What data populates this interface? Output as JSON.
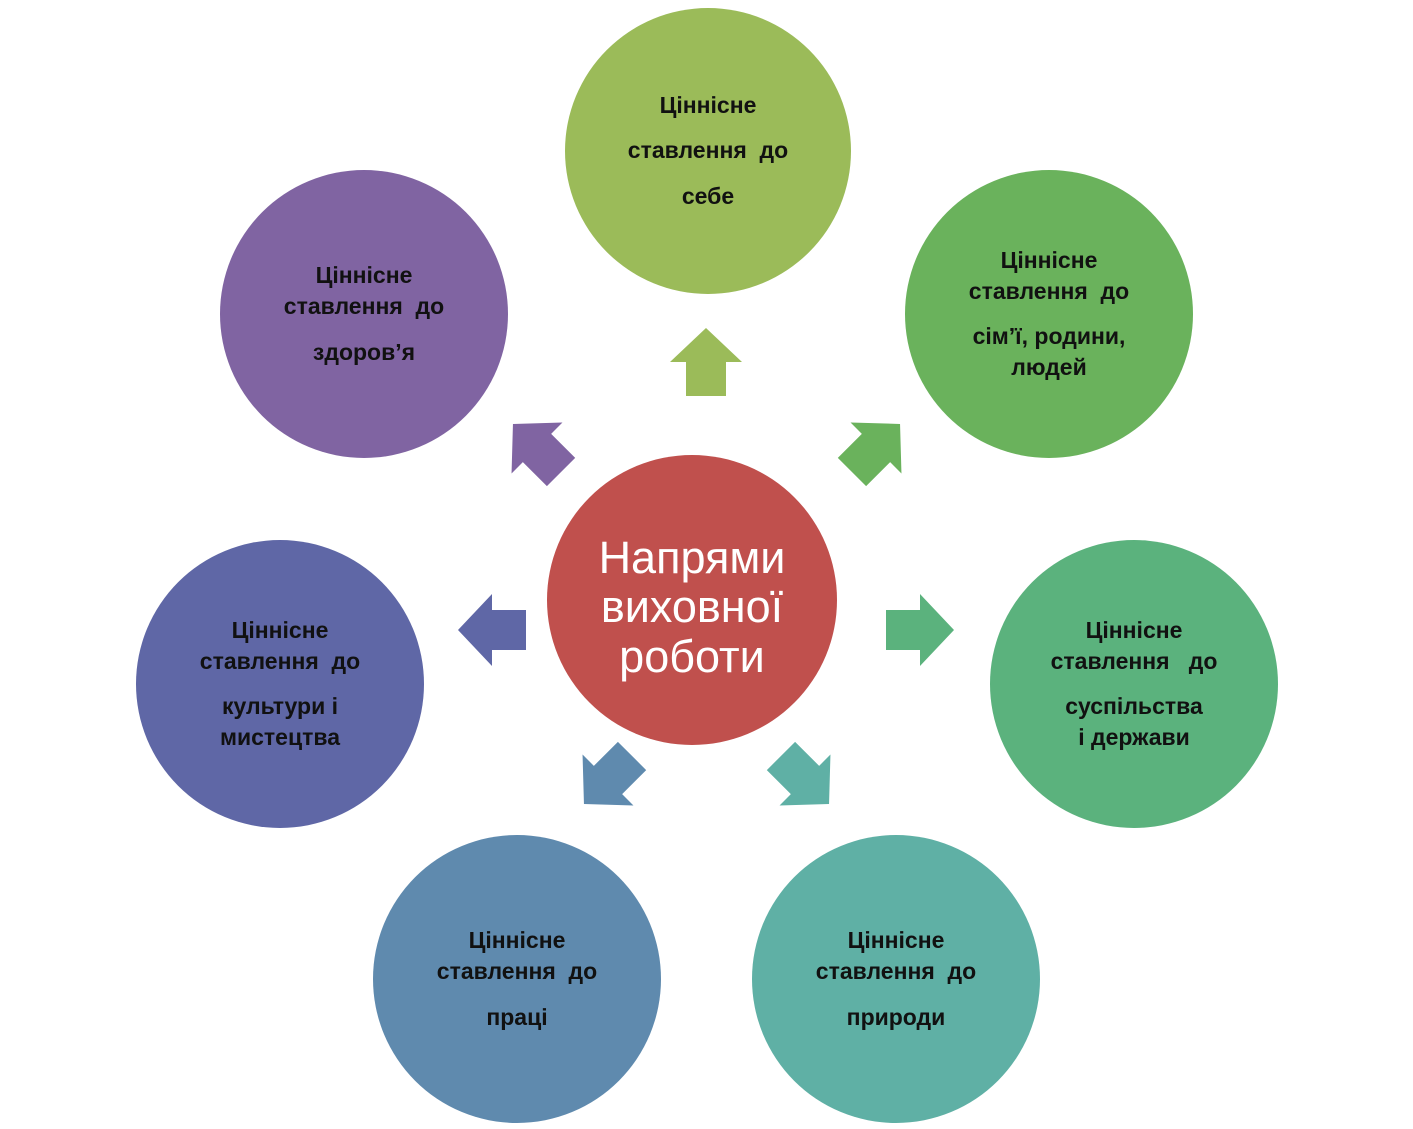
{
  "center": {
    "lines": [
      "Напрями",
      "виховної",
      "роботи"
    ],
    "color": "#C0504D"
  },
  "nodes": [
    {
      "id": "self",
      "lines": [
        "Ціннісне",
        "ставлення  до",
        "себе"
      ],
      "color": "#9BBB59"
    },
    {
      "id": "family",
      "lines": [
        "Ціннісне",
        "ставлення  до",
        "сім’ї, родини,",
        "людей"
      ],
      "color": "#6AB25C"
    },
    {
      "id": "society",
      "lines": [
        "Ціннісне",
        "ставлення   до",
        "суспільства",
        "і держави"
      ],
      "color": "#5BB27D"
    },
    {
      "id": "nature",
      "lines": [
        "Ціннісне",
        "ставлення  до",
        "природи"
      ],
      "color": "#5FB0A5"
    },
    {
      "id": "labor",
      "lines": [
        "Ціннісне",
        "ставлення  до",
        "праці"
      ],
      "color": "#5F8AAE"
    },
    {
      "id": "culture",
      "lines": [
        "Ціннісне",
        "ставлення  до",
        "культури і",
        "мистецтва"
      ],
      "color": "#5F67A6"
    },
    {
      "id": "health",
      "lines": [
        "Ціннісне",
        "ставлення  до",
        "здоров’я"
      ],
      "color": "#8064A2"
    }
  ]
}
